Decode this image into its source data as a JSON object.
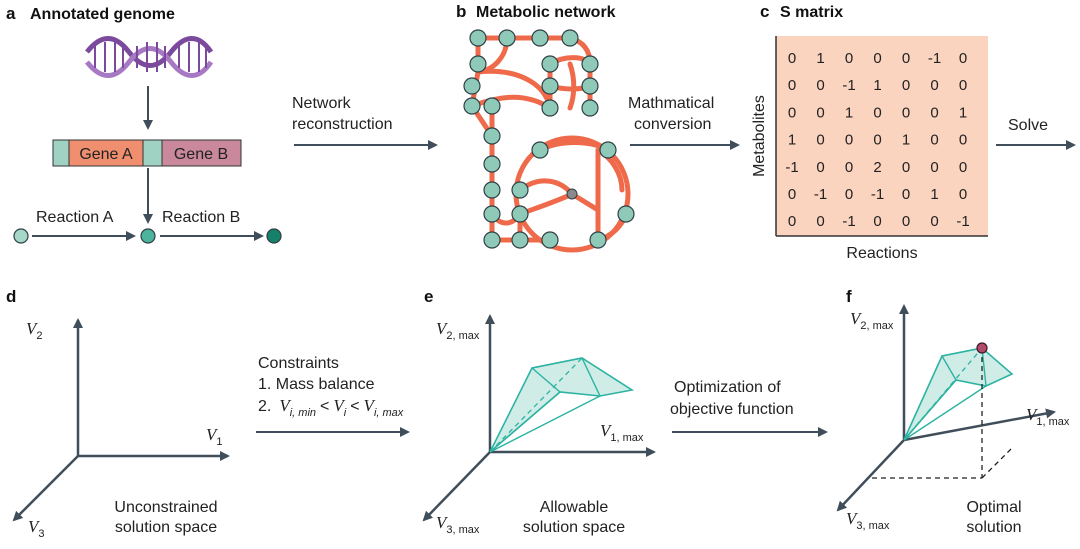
{
  "panels": {
    "a": {
      "letter": "a",
      "title": "Annotated genome",
      "gene_a": "Gene A",
      "gene_b": "Gene B",
      "reaction_a": "Reaction A",
      "reaction_b": "Reaction B"
    },
    "b": {
      "letter": "b",
      "title": "Metabolic network"
    },
    "c": {
      "letter": "c",
      "title": "S matrix",
      "row_axis": "Metabolites",
      "col_axis": "Reactions",
      "matrix": [
        [
          "0",
          "1",
          "0",
          "0",
          "0",
          "-1",
          "0"
        ],
        [
          "0",
          "0",
          "-1",
          "1",
          "0",
          "0",
          "0"
        ],
        [
          "0",
          "0",
          "1",
          "0",
          "0",
          "0",
          "1"
        ],
        [
          "1",
          "0",
          "0",
          "0",
          "1",
          "0",
          "0"
        ],
        [
          "-1",
          "0",
          "0",
          "2",
          "0",
          "0",
          "0"
        ],
        [
          "0",
          "-1",
          "0",
          "-1",
          "0",
          "1",
          "0"
        ],
        [
          "0",
          "0",
          "-1",
          "0",
          "0",
          "0",
          "-1"
        ]
      ]
    },
    "d": {
      "letter": "d",
      "v1": "V",
      "v1_sub": "1",
      "v2": "V",
      "v2_sub": "2",
      "v3": "V",
      "v3_sub": "3",
      "caption_line1": "Unconstrained",
      "caption_line2": "solution space"
    },
    "e": {
      "letter": "e",
      "v1": "V",
      "v1_sub": "1, max",
      "v2": "V",
      "v2_sub": "2, max",
      "v3": "V",
      "v3_sub": "3, max",
      "caption_line1": "Allowable",
      "caption_line2": "solution space"
    },
    "f": {
      "letter": "f",
      "v1": "V",
      "v1_sub": "1, max",
      "v2": "V",
      "v2_sub": "2, max",
      "v3": "V",
      "v3_sub": "3, max",
      "caption_line1": "Optimal",
      "caption_line2": "solution"
    }
  },
  "steps": {
    "reconstruction_line1": "Network",
    "reconstruction_line2": "reconstruction",
    "conversion_line1": "Mathmatical",
    "conversion_line2": "conversion",
    "solve": "Solve",
    "constraints_title": "Constraints",
    "constraint1": "1.  Mass balance",
    "constraint2_num": "2.",
    "constraint2_v": "V",
    "constraint2_sub1": "i, min",
    "constraint2_lt": "<",
    "constraint2_sub2": "i",
    "constraint2_sub3": "i, max",
    "optimization_line1": "Optimization of",
    "optimization_line2": "objective function"
  },
  "colors": {
    "accent_red": "#ef6a4a",
    "node_fill": "#8fcab9",
    "teal": "#2db3a2",
    "matrix_bg": "#fbd4c0",
    "gene_a": "#f08f6f",
    "gene_b": "#c9889b",
    "dna": "#7b4a9c"
  }
}
